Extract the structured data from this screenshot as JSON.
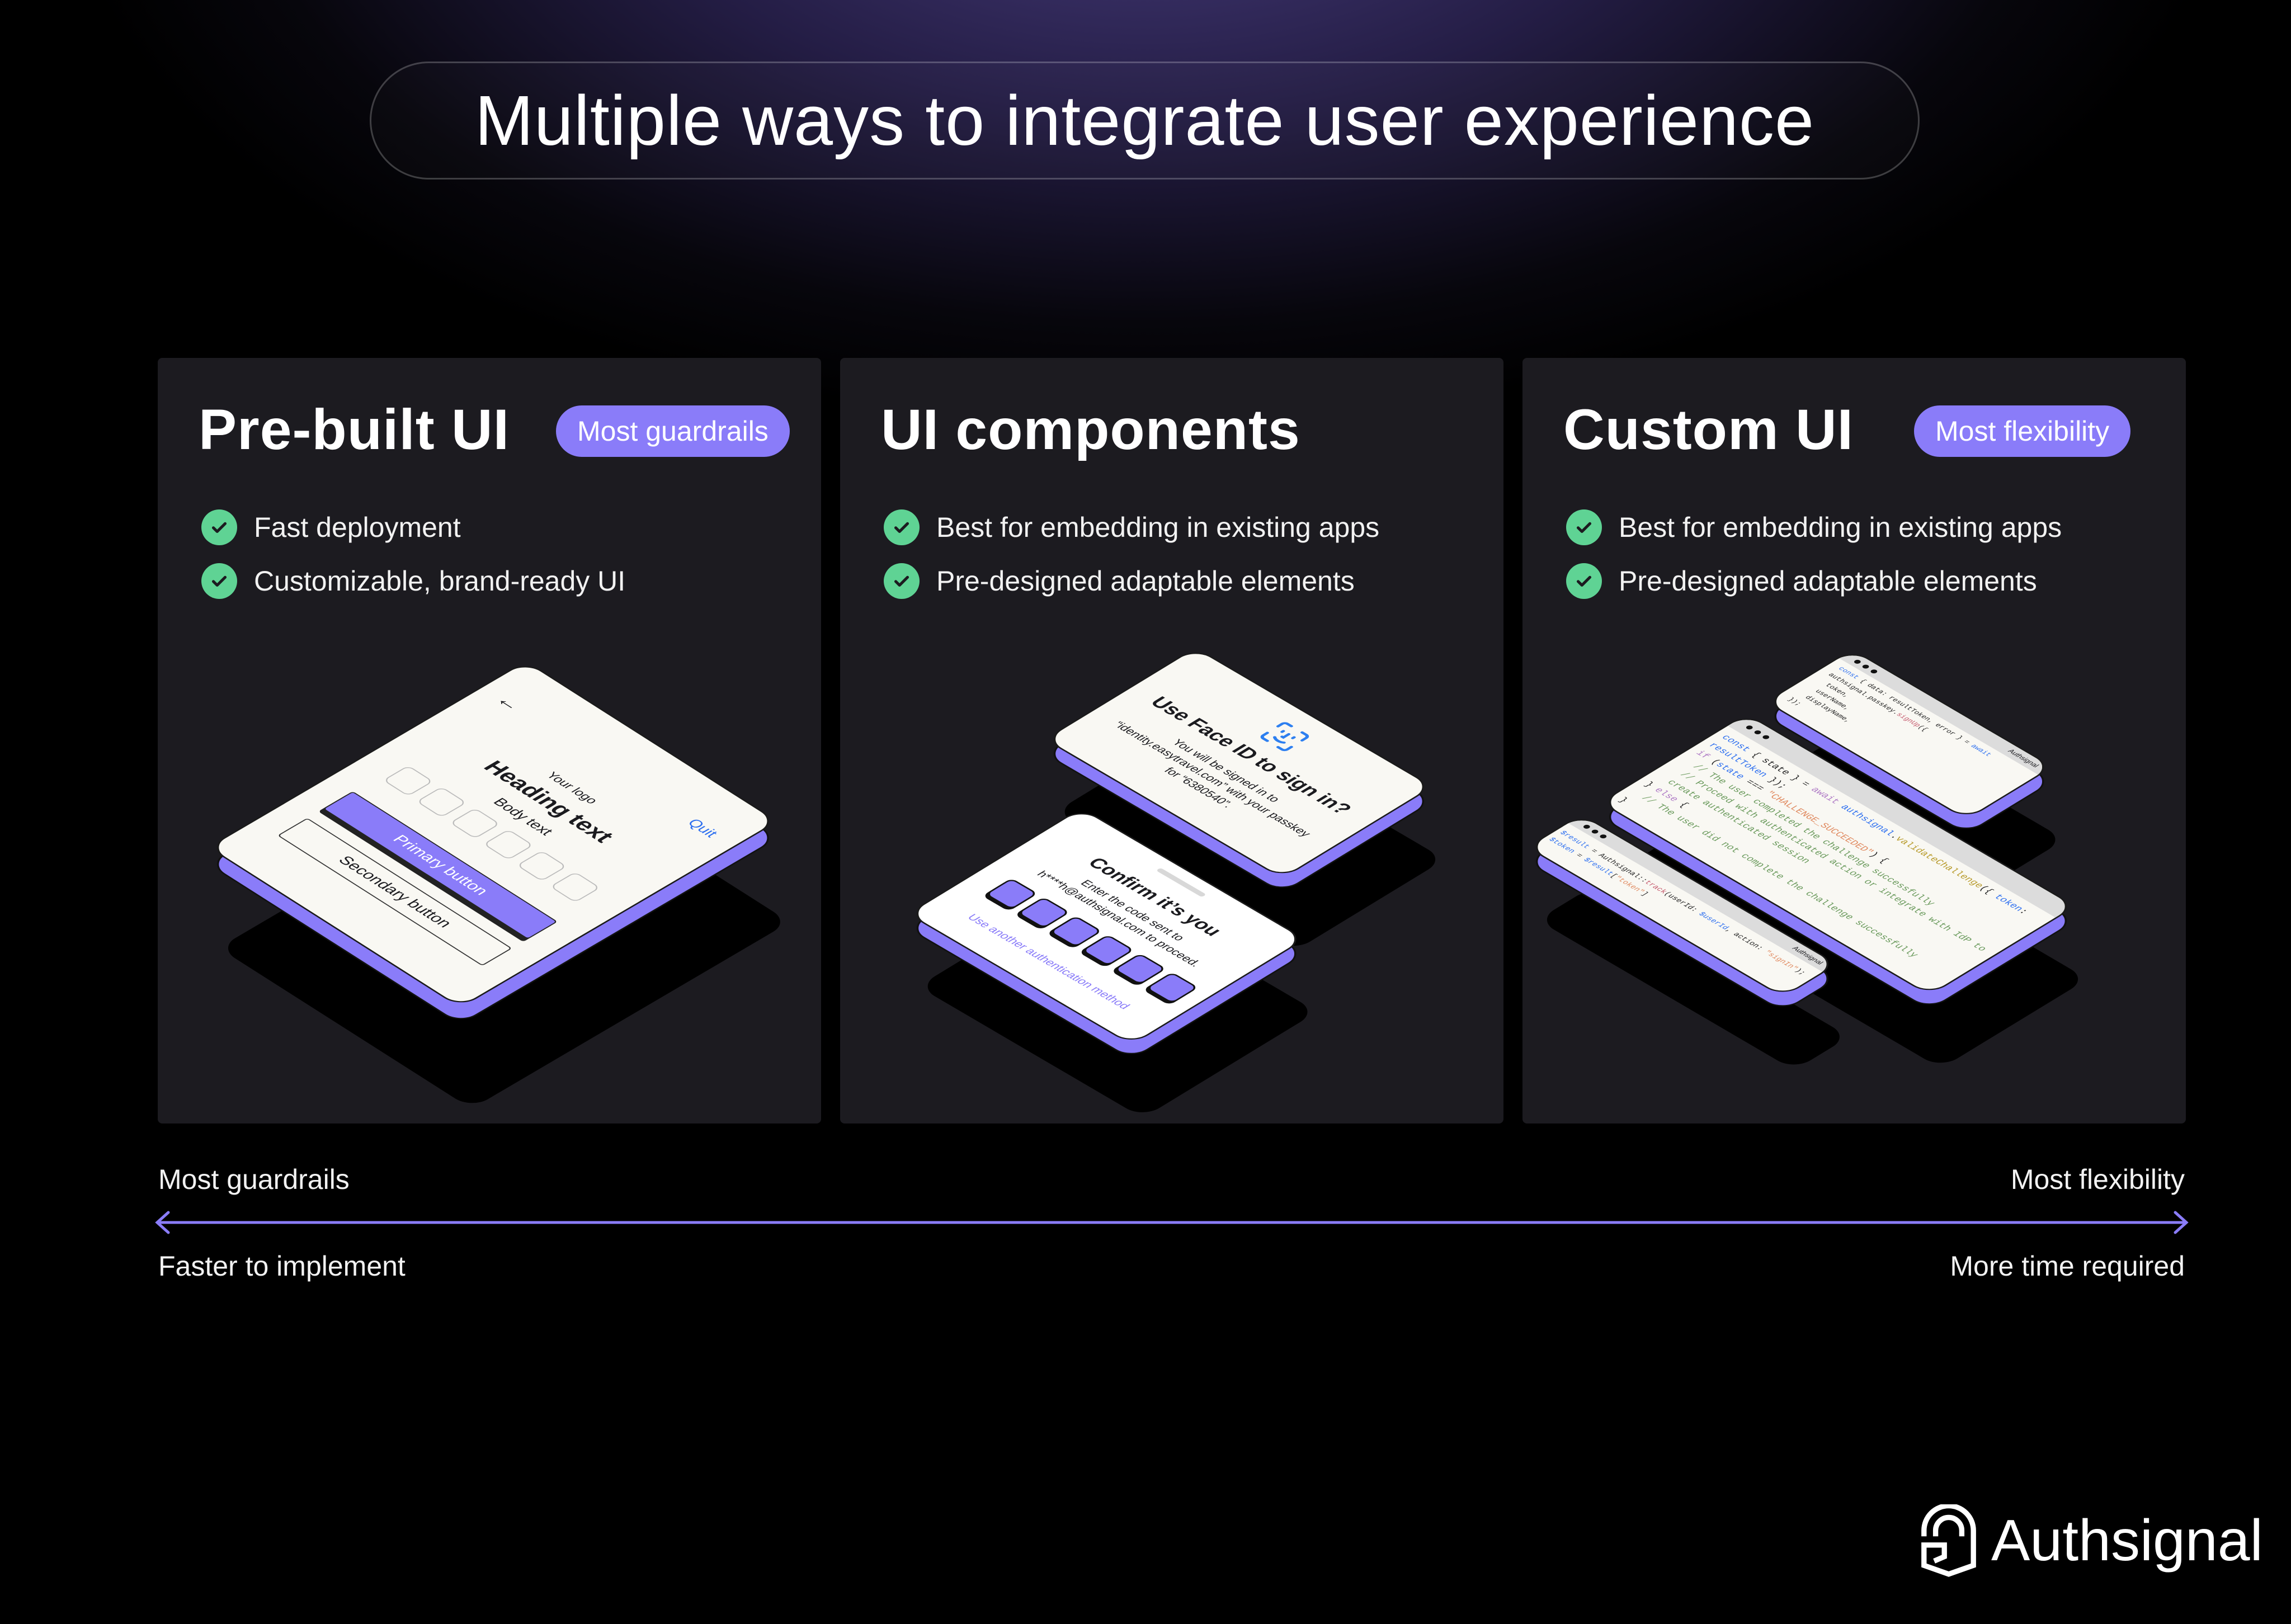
{
  "title": "Multiple ways to integrate user experience",
  "accent_color": "#8a7cf9",
  "check_color": "#5fd394",
  "cards": [
    {
      "title": "Pre-built UI",
      "badge": "Most guardrails",
      "bullets": [
        "Fast deployment",
        "Customizable, brand-ready UI"
      ],
      "mockup": {
        "back_icon": "arrow-left-icon",
        "quit": "Quit",
        "logo": "Your logo",
        "heading": "Heading text",
        "body": "Body text",
        "primary": "Primary button",
        "secondary": "Secondary button"
      }
    },
    {
      "title": "UI components",
      "bullets": [
        "Best for embedding in existing apps",
        "Pre-designed adaptable elements"
      ],
      "faceid": {
        "icon": "face-id-icon",
        "title": "Use Face ID to sign in?",
        "line1": "You will be signed in to",
        "line2": "“identity.easytravel.com” with your passkey",
        "line3": "for “6380540”."
      },
      "confirm": {
        "title": "Confirm it’s you",
        "line1": "Enter the code sent to",
        "line2": "h****h@authsignal.com to proceed.",
        "link": "Use another authentication method"
      }
    },
    {
      "title": "Custom UI",
      "badge": "Most flexibility",
      "bullets": [
        "Best for embedding in existing apps",
        "Pre-designed adaptable elements"
      ],
      "code_main": [
        [
          [
            "const",
            "kw"
          ],
          [
            " { state } = ",
            ""
          ],
          [
            "await",
            "pk"
          ],
          [
            " ",
            ""
          ],
          [
            "authsignal",
            "kw"
          ],
          [
            ".",
            ""
          ],
          [
            "validateChallenge",
            "fn"
          ],
          [
            "({ ",
            ""
          ],
          [
            "token",
            "kw"
          ],
          [
            ":",
            ""
          ]
        ],
        [
          [
            "resultToken",
            "kw"
          ],
          [
            " });",
            ""
          ]
        ],
        [
          [
            "if",
            "pk"
          ],
          [
            " (",
            ""
          ],
          [
            "state",
            "kw"
          ],
          [
            " === ",
            ""
          ],
          [
            "\"CHALLENGE_SUCCEEDED\"",
            "st"
          ],
          [
            ") {",
            ""
          ]
        ],
        [
          [
            "  // The user completed the challenge successfully",
            "cm"
          ]
        ],
        [
          [
            "  // Proceed with authenticated action or integrate with IdP to",
            "cm"
          ]
        ],
        [
          [
            "  create authenticated session",
            "cm"
          ]
        ],
        [
          [
            "} ",
            ""
          ],
          [
            "else",
            "pk"
          ],
          [
            " {",
            ""
          ]
        ],
        [
          [
            "  // The user did not complete the challenge successfully",
            "cm"
          ]
        ],
        [
          [
            "}",
            ""
          ]
        ]
      ],
      "code_right": [
        [
          [
            "const",
            "kw"
          ],
          [
            " { data: resultToken, error } = ",
            ""
          ],
          [
            "await",
            "kw"
          ]
        ],
        [
          [
            "authsignal.passkey.",
            ""
          ],
          [
            "signUp",
            "rd"
          ],
          [
            "({",
            ""
          ]
        ],
        [
          [
            "  token,",
            ""
          ]
        ],
        [
          [
            "  userName,",
            ""
          ]
        ],
        [
          [
            "  displayName,",
            ""
          ]
        ],
        [
          [
            "});",
            ""
          ]
        ]
      ],
      "code_bottom": [
        [
          [
            "$result",
            "kw"
          ],
          [
            " = Authsignal::",
            ""
          ],
          [
            "track",
            "rd"
          ],
          [
            "(userId: ",
            ""
          ],
          [
            "$userId",
            "kw"
          ],
          [
            ", action: ",
            ""
          ],
          [
            "\"signIn\"",
            "st"
          ],
          [
            ");",
            ""
          ]
        ],
        [
          [
            "$token",
            "kw"
          ],
          [
            " = ",
            ""
          ],
          [
            "$result",
            "kw"
          ],
          [
            "[",
            ""
          ],
          [
            "\"token\"",
            "st"
          ],
          [
            "]",
            ""
          ]
        ]
      ],
      "code_brand": "Authsignal"
    }
  ],
  "scale": {
    "left_top": "Most guardrails",
    "left_bottom": "Faster to implement",
    "right_top": "Most flexibility",
    "right_bottom": "More time required"
  },
  "brand": "Authsignal"
}
